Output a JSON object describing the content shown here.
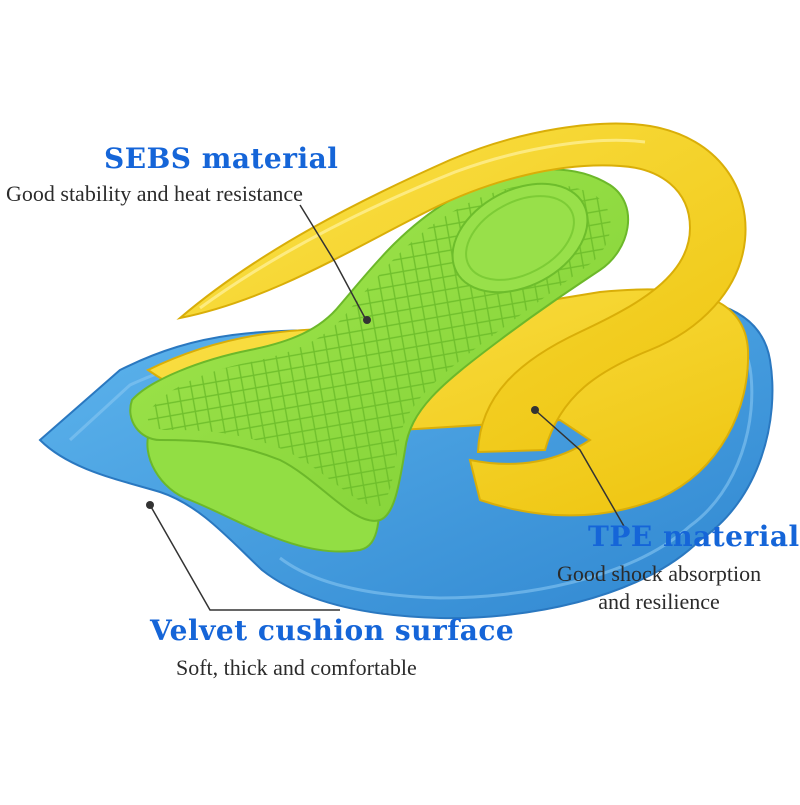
{
  "colors": {
    "label_blue": "#1565d8",
    "yellow_layer": "#f4d21c",
    "green_layer": "#8fdc3e",
    "blue_layer": "#3a97dc",
    "text_dark": "#2b2b2b"
  },
  "labels": {
    "sebs": {
      "title": "SEBS material",
      "description": "Good stability and heat resistance"
    },
    "tpe": {
      "title": "TPE material",
      "description_line1": "Good shock absorption",
      "description_line2": "and resilience"
    },
    "velvet": {
      "title": "Velvet cushion surface",
      "description": "Soft, thick and comfortable"
    }
  }
}
